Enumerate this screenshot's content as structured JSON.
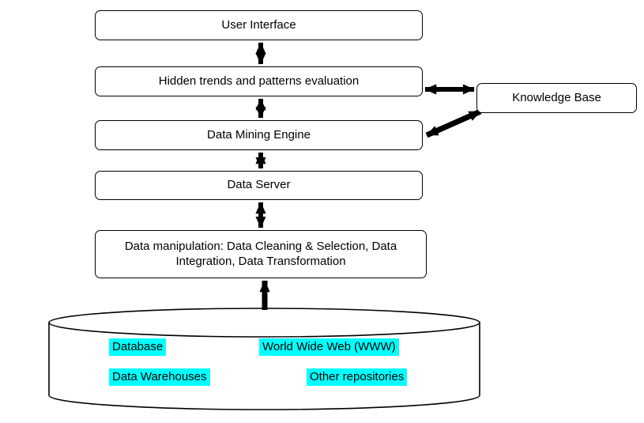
{
  "boxes": {
    "user_interface": "User Interface",
    "hidden_trends": "Hidden trends and patterns evaluation",
    "data_mining_engine": "Data Mining Engine",
    "data_server": "Data Server",
    "data_manipulation": "Data manipulation: Data Cleaning & Selection, Data Integration, Data Transformation",
    "knowledge_base": "Knowledge Base"
  },
  "data_sources": {
    "highlight_color": "#00ffff",
    "highlight_css": "background-color:#00ffff;",
    "items": [
      {
        "label": "Database"
      },
      {
        "label": "World Wide Web (WWW)"
      },
      {
        "label": "Data Warehouses"
      },
      {
        "label": "Other repositories"
      }
    ]
  },
  "colors": {
    "line": "#000000",
    "box_fill": "#ffffff"
  }
}
